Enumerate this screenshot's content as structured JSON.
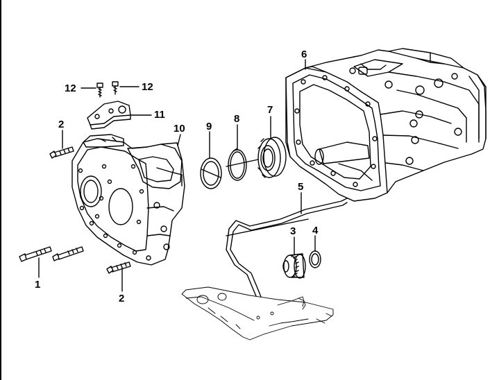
{
  "diagram": {
    "type": "exploded-parts-diagram",
    "line_color": "#000000",
    "background": "#ffffff",
    "callouts": [
      {
        "id": "c1",
        "label": "1"
      },
      {
        "id": "c2a",
        "label": "2"
      },
      {
        "id": "c2b",
        "label": "2"
      },
      {
        "id": "c3",
        "label": "3"
      },
      {
        "id": "c4",
        "label": "4"
      },
      {
        "id": "c5",
        "label": "5"
      },
      {
        "id": "c6",
        "label": "6"
      },
      {
        "id": "c7",
        "label": "7"
      },
      {
        "id": "c8",
        "label": "8"
      },
      {
        "id": "c9",
        "label": "9"
      },
      {
        "id": "c10",
        "label": "10"
      },
      {
        "id": "c11",
        "label": "11"
      },
      {
        "id": "c12a",
        "label": "12"
      },
      {
        "id": "c12b",
        "label": "12"
      }
    ]
  }
}
